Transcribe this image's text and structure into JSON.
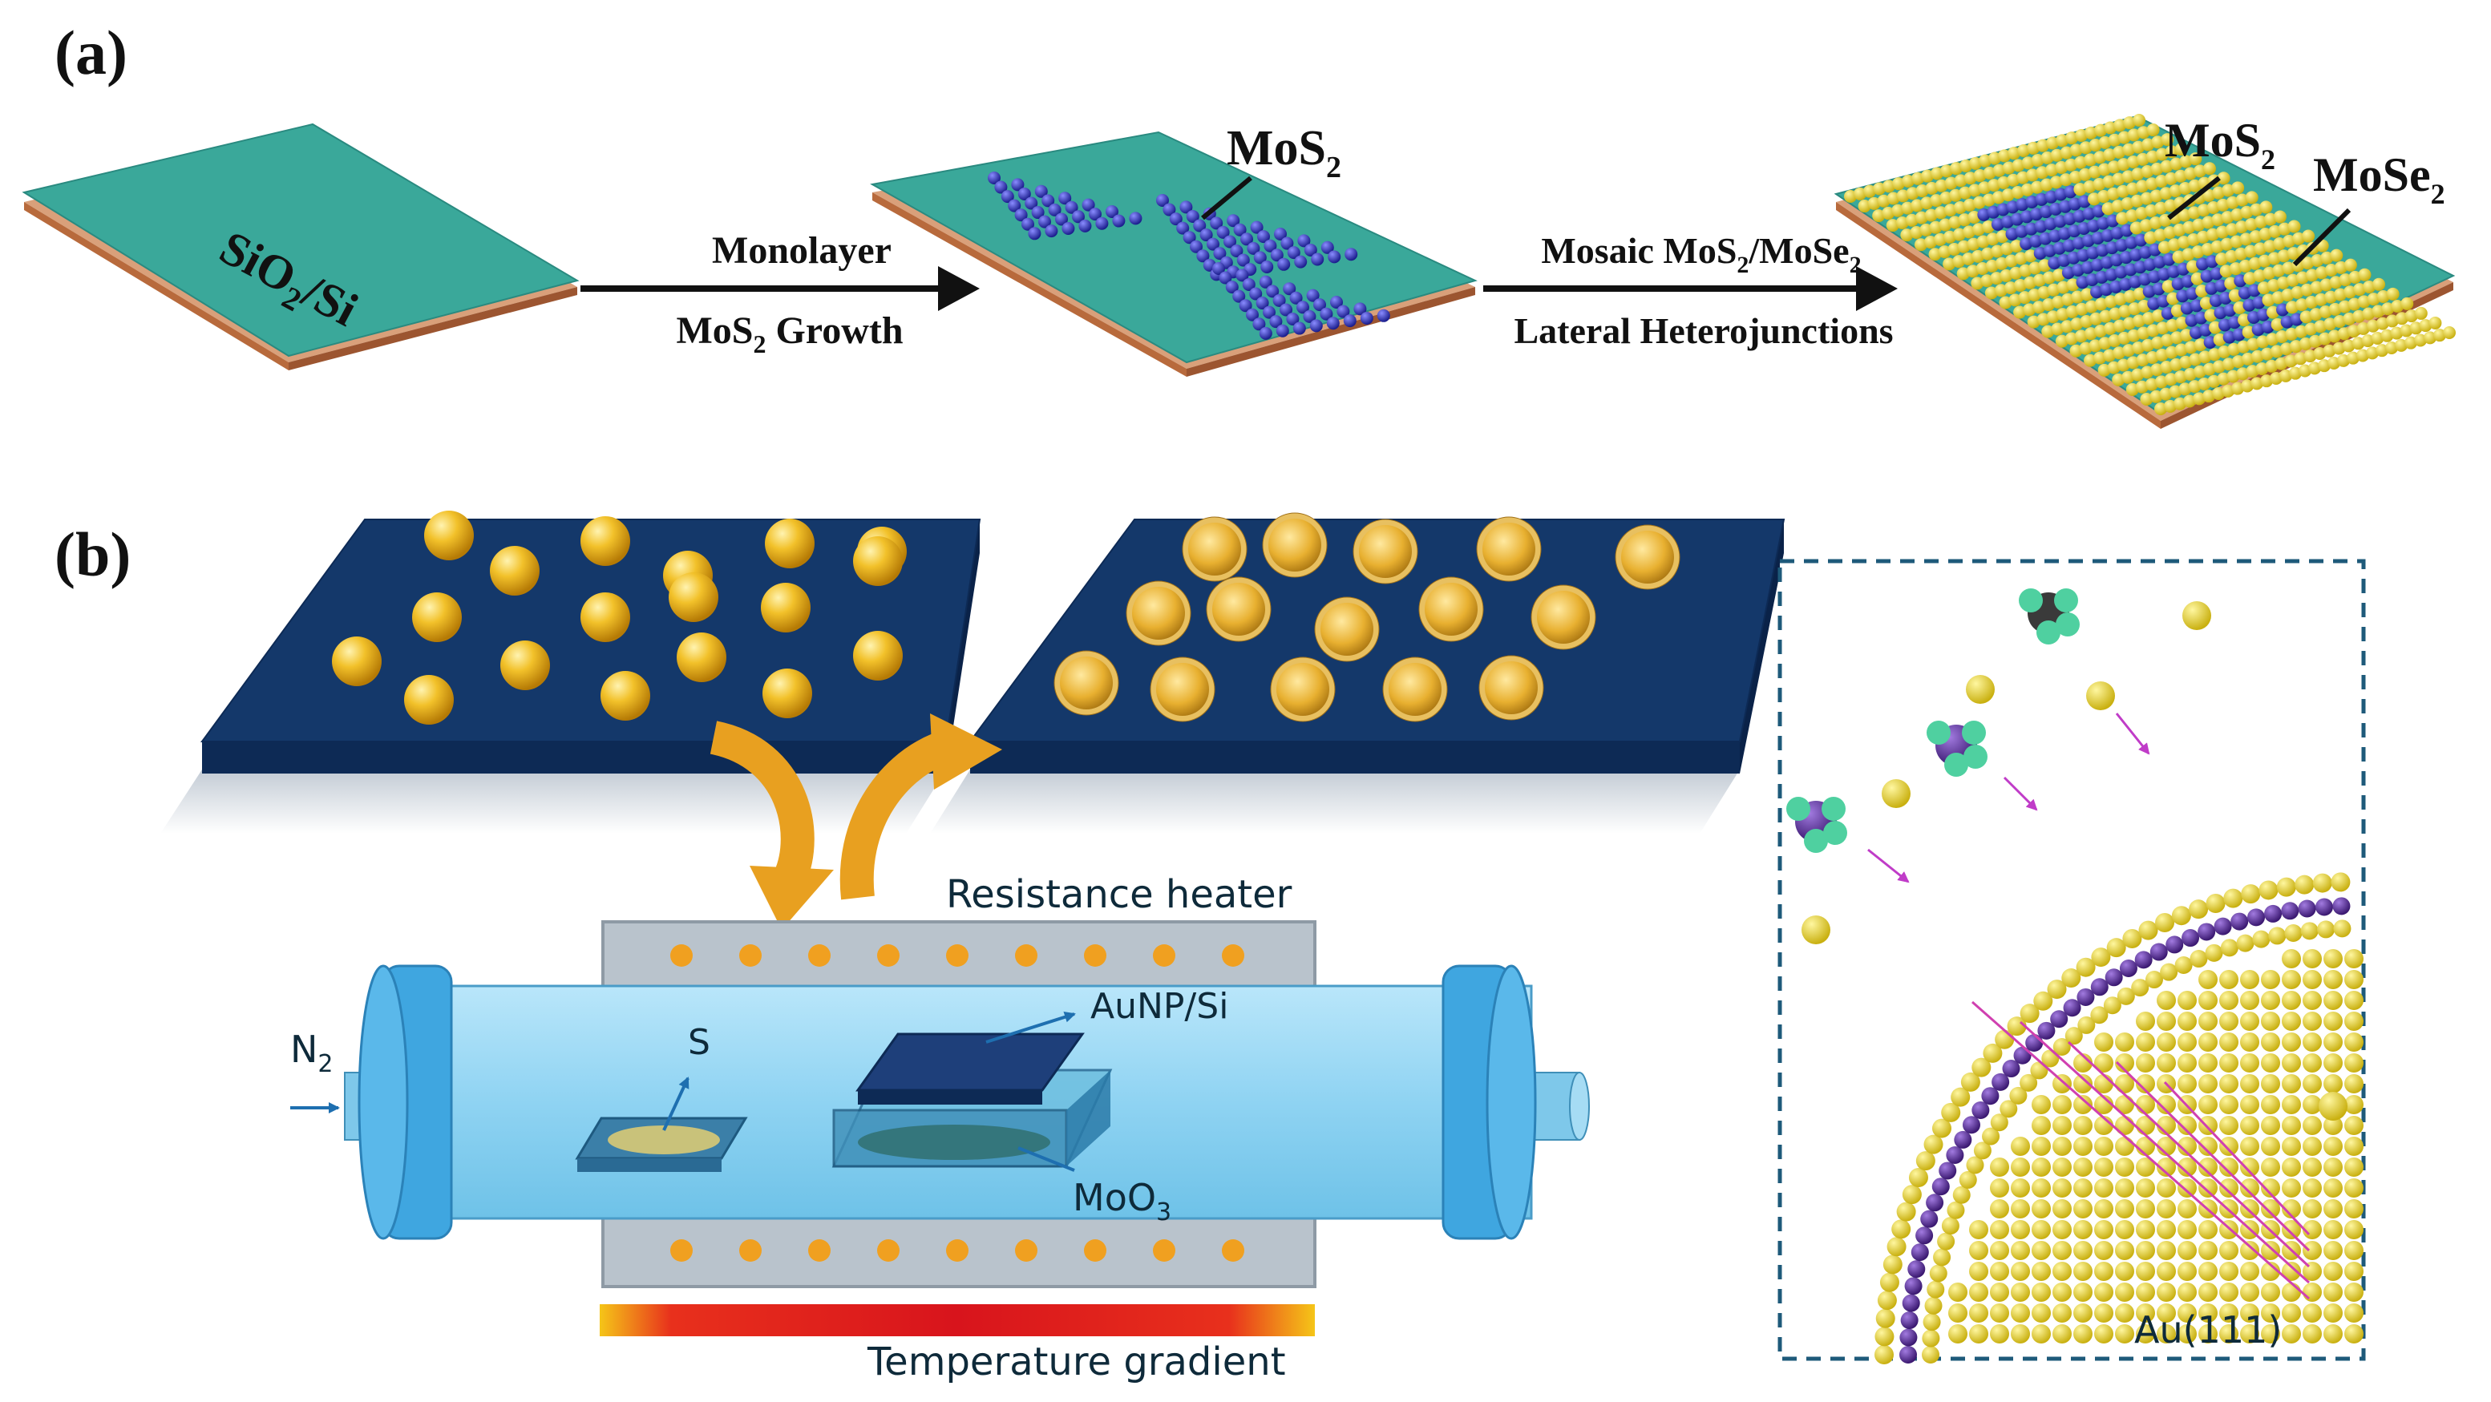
{
  "panel_a": {
    "label": "(a)",
    "substrate_label_main": "SiO",
    "substrate_label_sub": "2",
    "substrate_label_tail": "/Si",
    "step1_line1": "Monolayer",
    "step1_line2_main": "MoS",
    "step1_line2_sub": "2",
    "step1_line2_tail": " Growth",
    "mos2_label_main": "MoS",
    "mos2_label_sub": "2",
    "step2_line1_main": "Mosaic MoS",
    "step2_line1_sub1": "2",
    "step2_line1_mid": "/MoSe",
    "step2_line1_sub2": "2",
    "step2_line2": "Lateral Heterojunctions",
    "hetero_mos2_main": "MoS",
    "hetero_mos2_sub": "2",
    "hetero_mose2_main": "MoSe",
    "hetero_mose2_sub": "2",
    "colors": {
      "substrate_top": "#3aa89a",
      "substrate_side": "#c98a5a",
      "mos2_atom": "#2b2fb8",
      "mose2_atom": "#e6d21c"
    }
  },
  "panel_b": {
    "label": "(b)",
    "heater_label": "Resistance heater",
    "n2_main": "N",
    "n2_sub": "2",
    "s_label": "S",
    "aunp_label": "AuNP/Si",
    "moo3_main": "MoO",
    "moo3_sub": "3",
    "gradient_label": "Temperature gradient",
    "inset_label": "Au(111)",
    "colors": {
      "plate": "#14386a",
      "tube": "#8fd3f2",
      "gold": "#f0b21a",
      "purple": "#5a2a9a",
      "arrow": "#e8a020"
    }
  }
}
